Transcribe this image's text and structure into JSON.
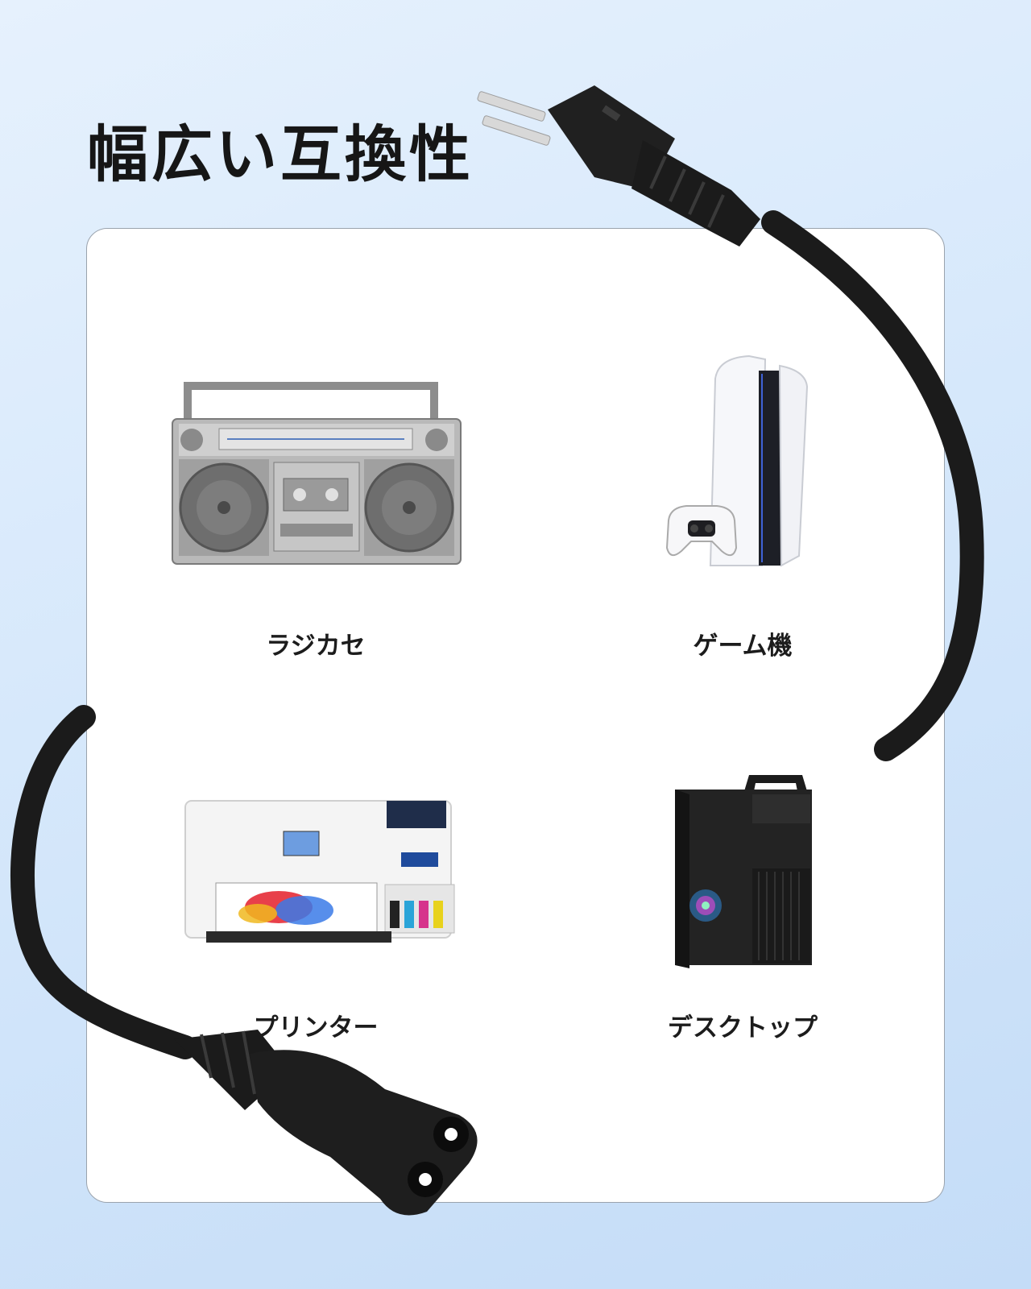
{
  "headline": "幅広い互換性",
  "devices": [
    {
      "label": "ラジカセ",
      "icon": "boombox-icon"
    },
    {
      "label": "ゲーム機",
      "icon": "game-console-icon"
    },
    {
      "label": "プリンター",
      "icon": "printer-icon"
    },
    {
      "label": "デスクトップ",
      "icon": "desktop-tower-icon"
    }
  ],
  "colors": {
    "background_top": "#e6f1fd",
    "background_bottom": "#c4dcf7",
    "card": "#ffffff",
    "cord": "#1b1b1b",
    "text": "#161616"
  }
}
